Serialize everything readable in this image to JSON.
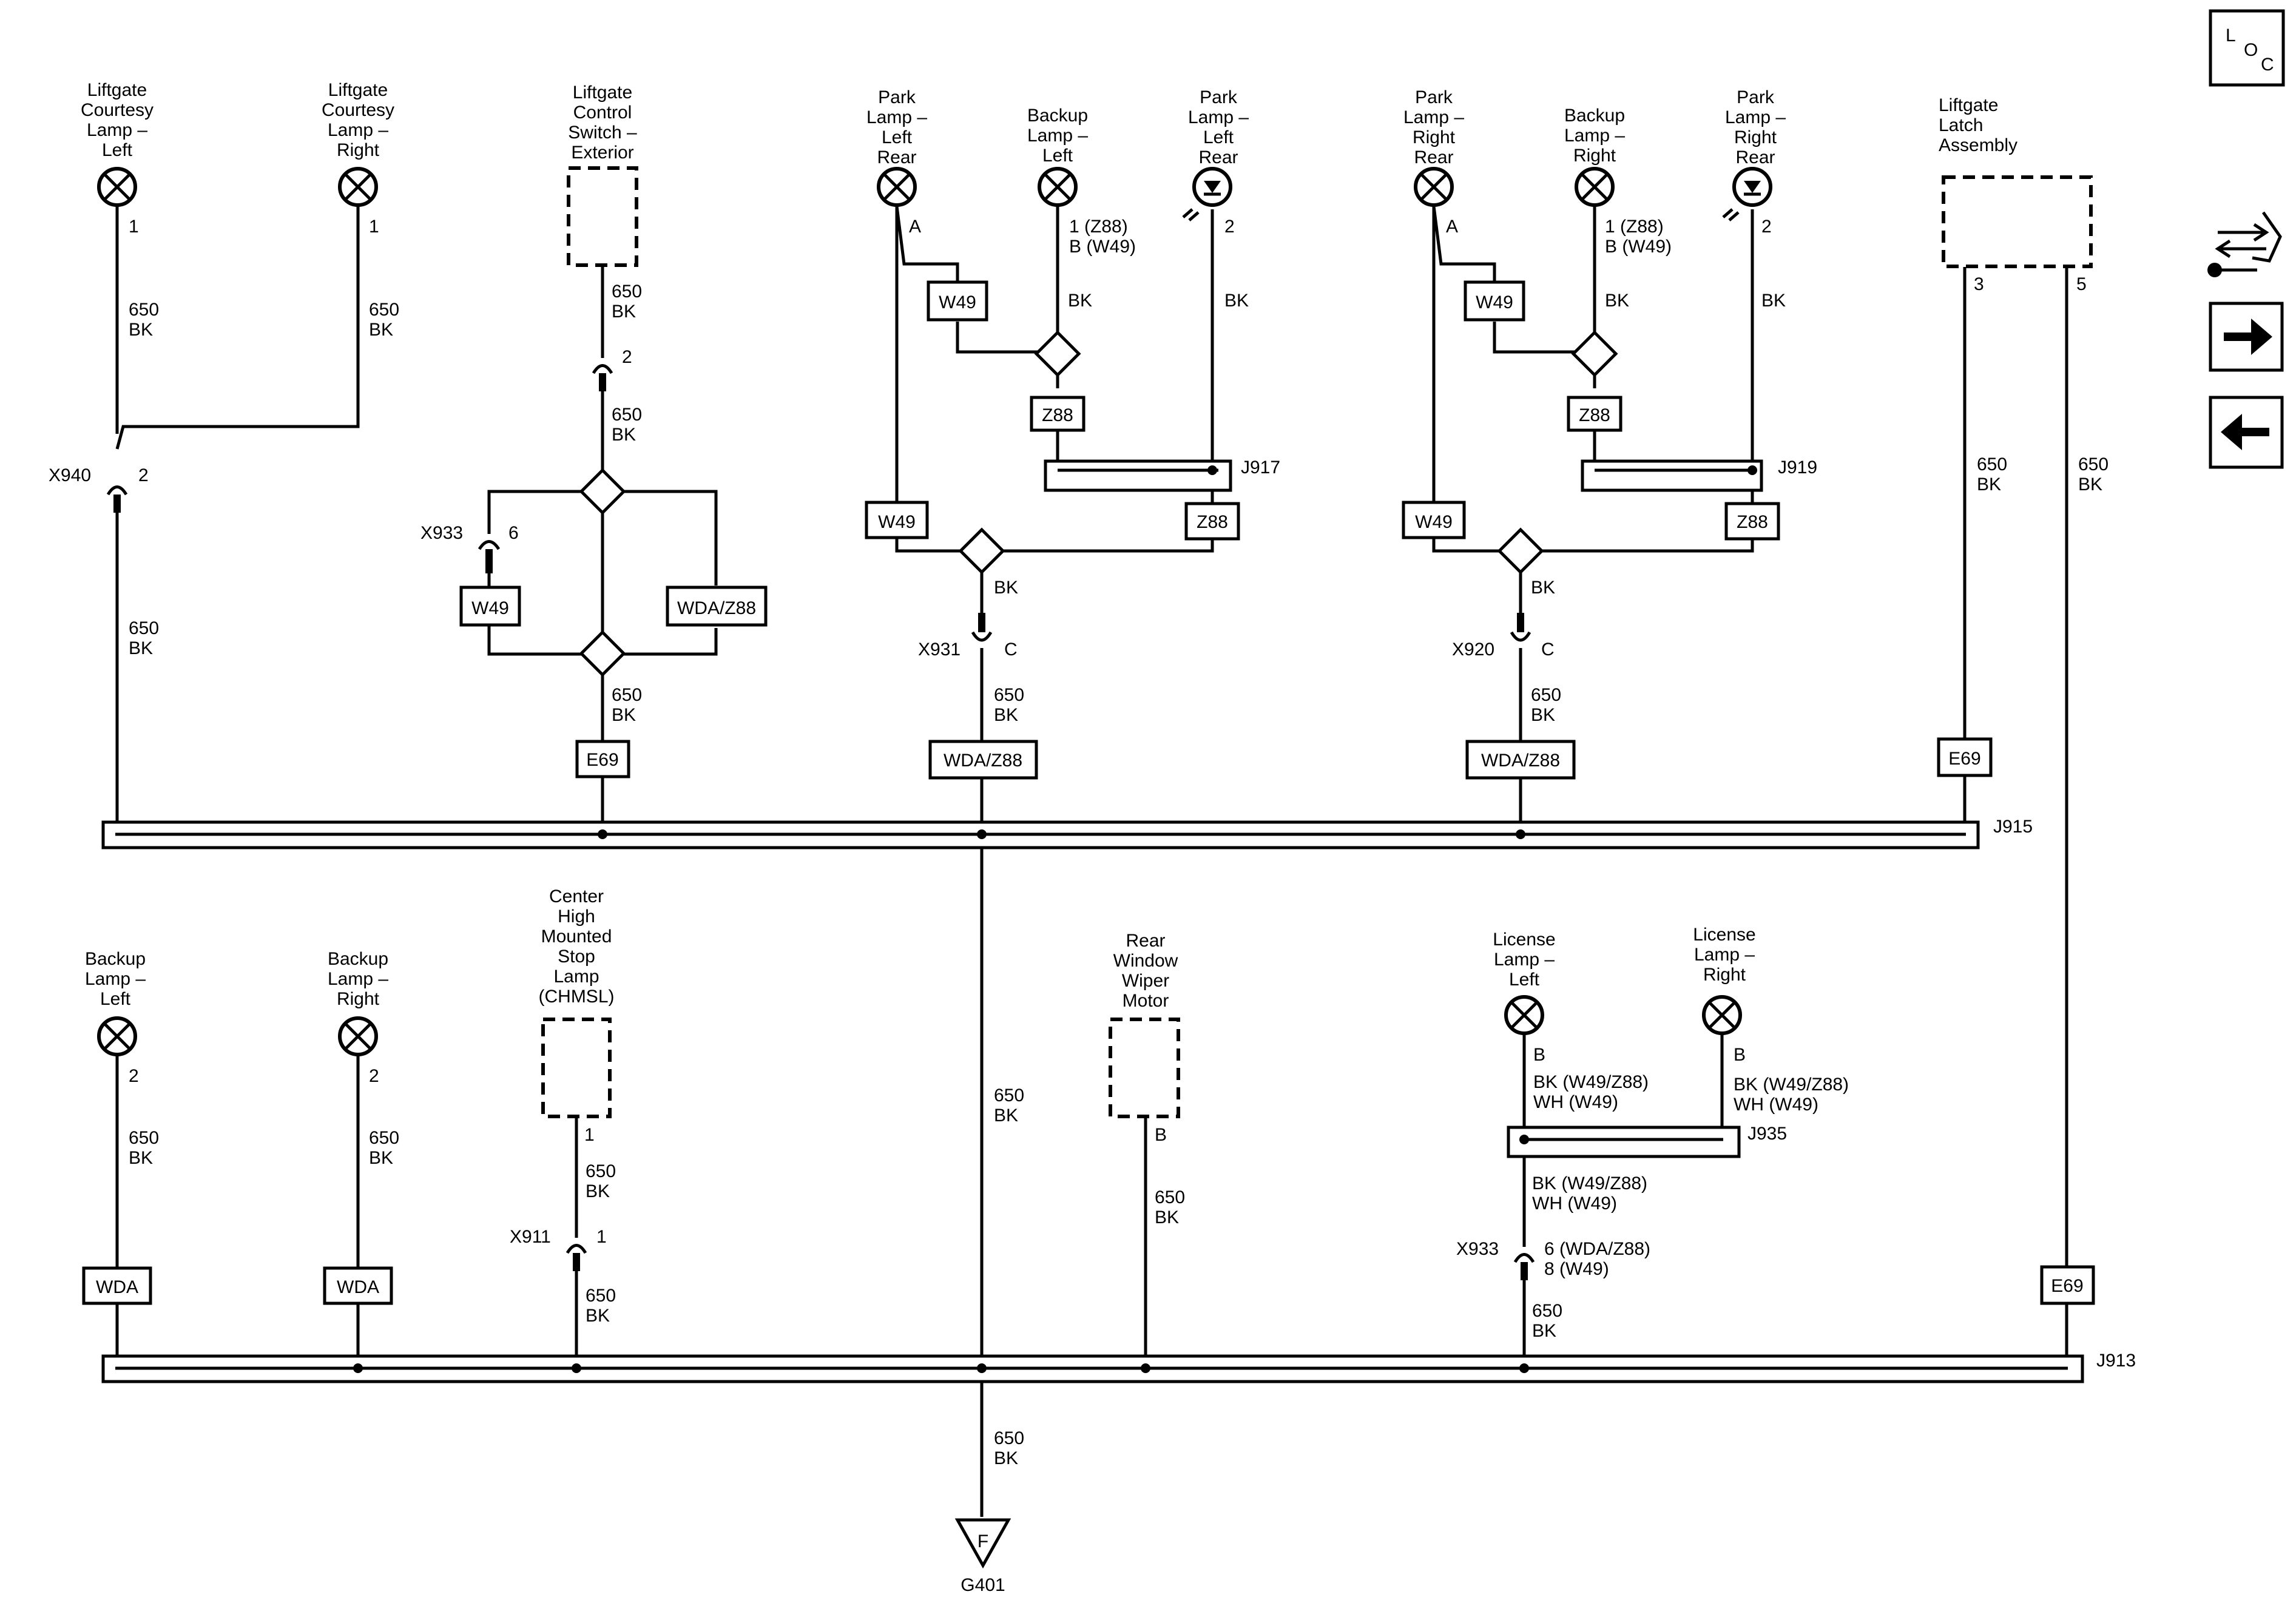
{
  "loc_icon": {
    "letters": [
      "L",
      "O",
      "C"
    ]
  },
  "nav_icons": [
    "wrench-swap-icon",
    "arrow-right-icon",
    "arrow-left-icon"
  ],
  "wire": {
    "circuit": "650",
    "color": "BK"
  },
  "components": {
    "courtesy_left": [
      "Liftgate",
      "Courtesy",
      "Lamp –",
      "Left"
    ],
    "courtesy_right": [
      "Liftgate",
      "Courtesy",
      "Lamp –",
      "Right"
    ],
    "control_switch": [
      "Liftgate",
      "Control",
      "Switch –",
      "Exterior"
    ],
    "park_left": [
      "Park",
      "Lamp –",
      "Left",
      "Rear"
    ],
    "backup_left_top": [
      "Backup",
      "Lamp –",
      "Left"
    ],
    "park_led_left": [
      "Park",
      "Lamp –",
      "Left",
      "Rear"
    ],
    "park_right": [
      "Park",
      "Lamp –",
      "Right",
      "Rear"
    ],
    "backup_right_top": [
      "Backup",
      "Lamp –",
      "Right"
    ],
    "park_led_right": [
      "Park",
      "Lamp –",
      "Right",
      "Rear"
    ],
    "latch": [
      "Liftgate",
      "Latch",
      "Assembly"
    ],
    "backup_left_bot": [
      "Backup",
      "Lamp –",
      "Left"
    ],
    "backup_right_bot": [
      "Backup",
      "Lamp –",
      "Right"
    ],
    "chmsl": [
      "Center",
      "High",
      "Mounted",
      "Stop",
      "Lamp",
      "(CHMSL)"
    ],
    "wiper": [
      "Rear",
      "Window",
      "Wiper",
      "Motor"
    ],
    "license_left": [
      "License",
      "Lamp –",
      "Left"
    ],
    "license_right": [
      "License",
      "Lamp –",
      "Right"
    ]
  },
  "pins": {
    "one": "1",
    "two": "2",
    "three": "3",
    "five": "5",
    "six": "6",
    "A": "A",
    "B": "B",
    "C": "C",
    "backup_pin": [
      "1 (Z88)",
      "B (W49)"
    ],
    "x933_bottom_pin": [
      "6 (WDA/Z88)",
      "8 (W49)"
    ]
  },
  "connectors": {
    "x940": "X940",
    "x933": "X933",
    "x931": "X931",
    "x920": "X920",
    "x911": "X911"
  },
  "splices": {
    "j917": "J917",
    "j919": "J919",
    "j915": "J915",
    "j913": "J913",
    "j935": "J935"
  },
  "options": {
    "w49": "W49",
    "z88": "Z88",
    "wda_z88": "WDA/Z88",
    "e69": "E69",
    "wda": "WDA"
  },
  "license_wire": [
    "BK (W49/Z88)",
    "WH (W49)"
  ],
  "ground": {
    "symbol": "F",
    "name": "G401"
  }
}
